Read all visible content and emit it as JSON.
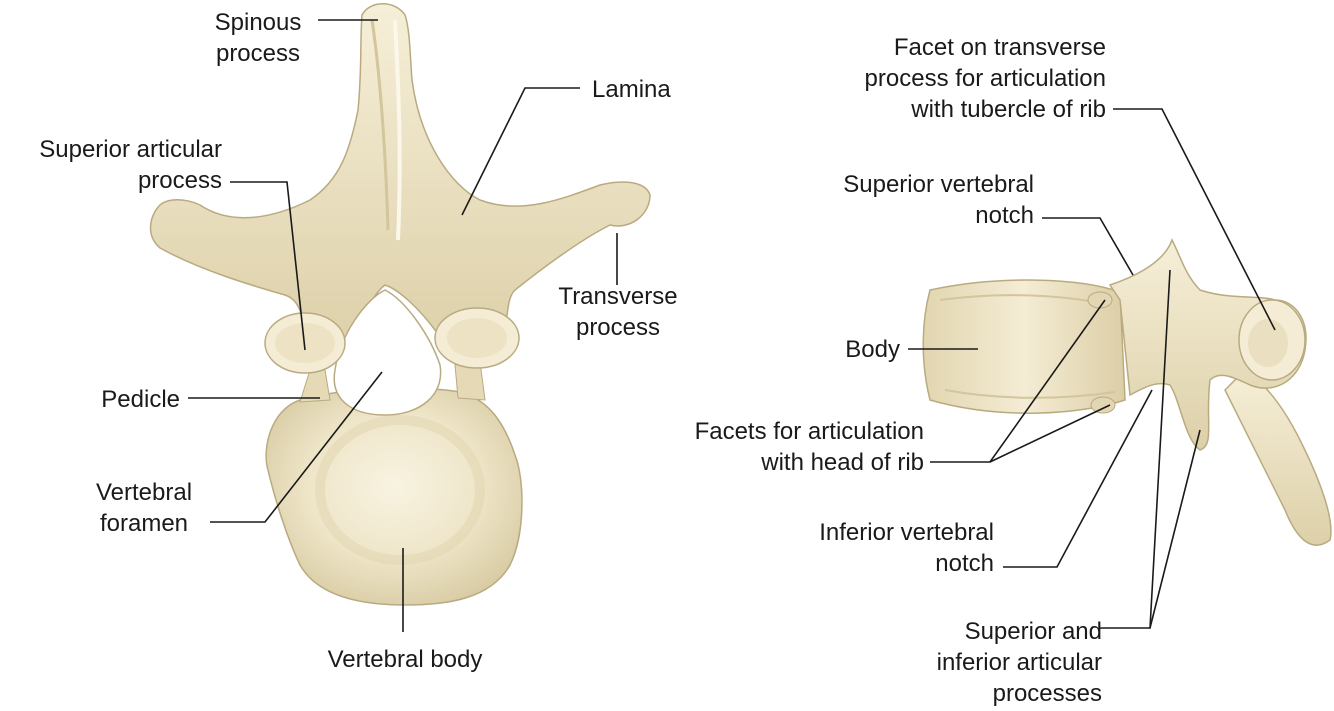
{
  "labels": {
    "spinous_process": [
      "Spinous",
      "process"
    ],
    "lamina": "Lamina",
    "superior_articular_process": [
      "Superior articular",
      "process"
    ],
    "transverse_process": [
      "Transverse",
      "process"
    ],
    "pedicle": "Pedicle",
    "vertebral_foramen": [
      "Vertebral",
      "foramen"
    ],
    "vertebral_body": "Vertebral body",
    "facet_transverse": [
      "Facet on transverse",
      "process for articulation",
      "with tubercle of rib"
    ],
    "superior_vertebral_notch": [
      "Superior vertebral",
      "notch"
    ],
    "body": "Body",
    "facets_head_rib": [
      "Facets for articulation",
      "with head of rib"
    ],
    "inferior_vertebral_notch": [
      "Inferior vertebral",
      "notch"
    ],
    "sup_inf_articular": [
      "Superior and",
      "inferior articular",
      "processes"
    ]
  },
  "colors": {
    "bone_fill": "#efe6c9",
    "bone_shadow": "#d8cba3",
    "bone_highlight": "#f8f3e2",
    "bone_outline": "#b9aa80",
    "leader_line": "#1a1a1a",
    "text": "#1a1a1a"
  }
}
